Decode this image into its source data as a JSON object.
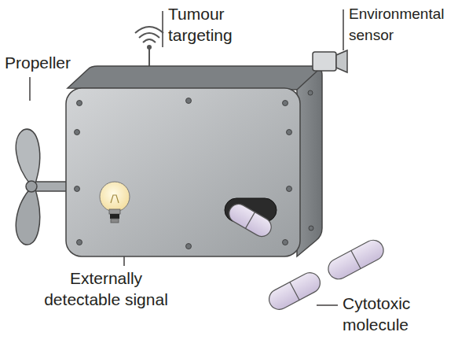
{
  "diagram": {
    "labels": [
      "Tumour targeting",
      "Environmental sensor",
      "Propeller",
      "Externally detectable signal",
      "Cytotoxic molecule"
    ]
  }
}
